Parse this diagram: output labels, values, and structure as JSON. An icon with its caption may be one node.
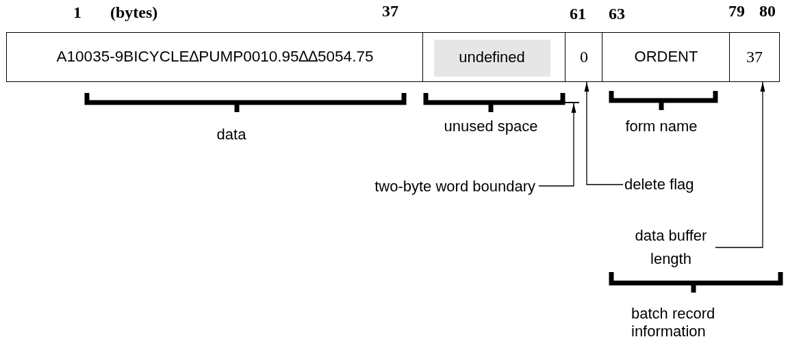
{
  "diagram": {
    "nodes": [
      {
        "text": [
          "A10035-9BICYCLE∆PUMP0010.95∆∆5054.75"
        ]
      },
      {
        "text": [],
        "shape": "box"
      },
      {
        "text": [
          "undefined"
        ],
        "in": 1
      },
      {
        "text": [
          "0"
        ]
      },
      {
        "text": [
          "ORDENT"
        ]
      },
      {
        "text": [
          "37"
        ]
      },
      {
        "text": [
          "two-byte word boundary"
        ]
      },
      {
        "text": [],
        "shape": "bar"
      },
      {
        "text": [
          "delete flag"
        ]
      },
      {
        "text": [
          "data buffer length"
        ]
      }
    ],
    "edges": [
      {
        "from": 6,
        "to": 7,
        "arrow": "to"
      },
      {
        "from": 8,
        "to": 3,
        "arrow": "to"
      },
      {
        "from": 9,
        "to": 5,
        "arrow": "to"
      }
    ],
    "labels": [
      "1",
      "(bytes)",
      "37",
      "61",
      "63",
      "79",
      "80",
      "data",
      "unused space",
      "form name",
      "batch record information"
    ]
  }
}
